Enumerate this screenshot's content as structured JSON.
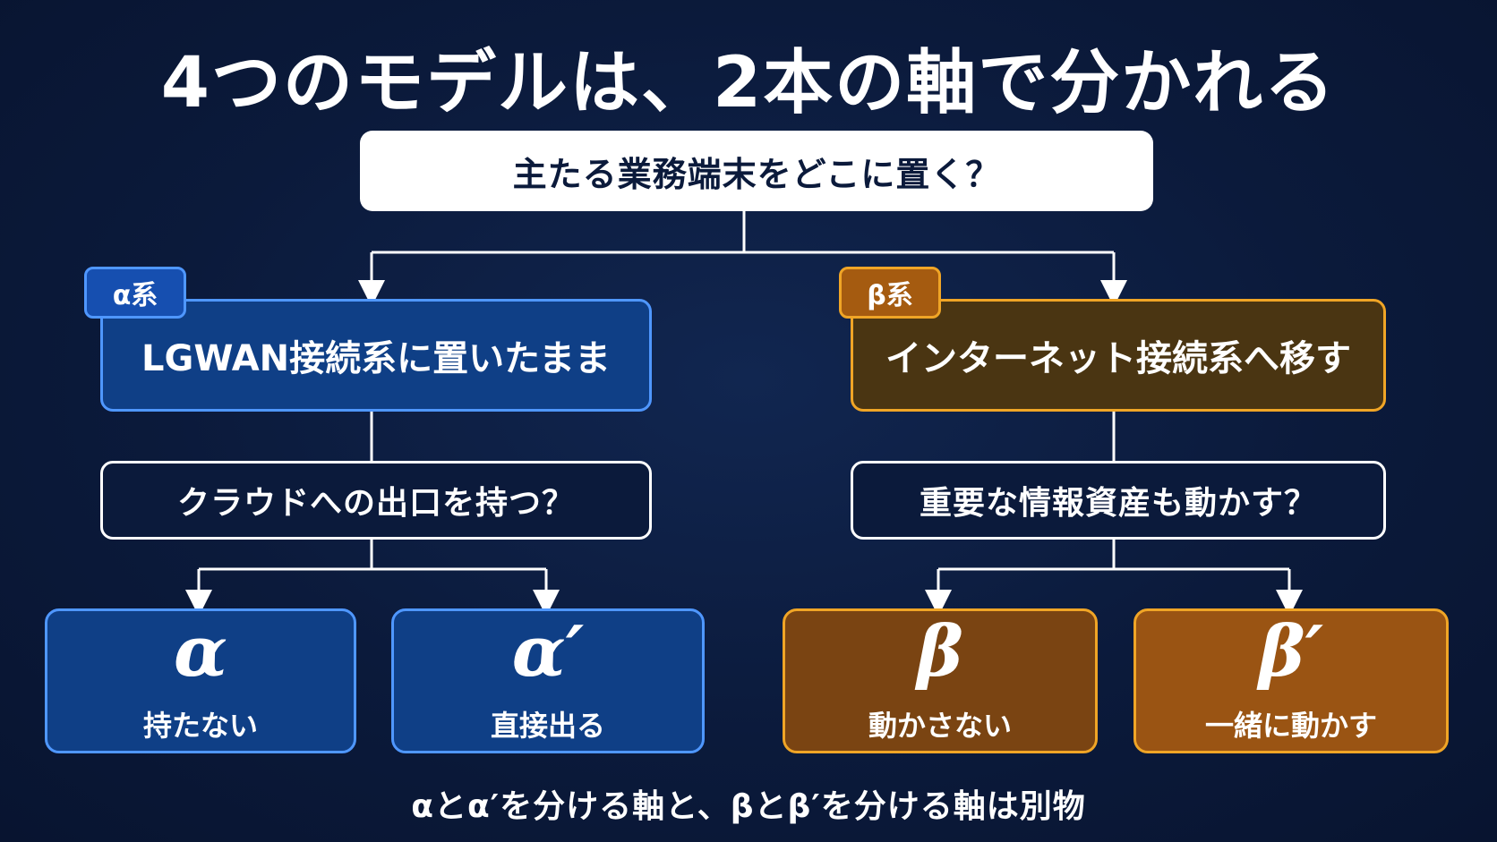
{
  "title": "4つのモデルは、2本の軸で分かれる",
  "root_question": "主たる業務端末をどこに置く？",
  "branches": {
    "alpha": {
      "tag": "α系",
      "label": "LGWAN接続系に置いたまま",
      "question": "クラウドへの出口を持つ？",
      "leaves": [
        {
          "symbol": "α",
          "label": "持たない"
        },
        {
          "symbol": "α′",
          "label": "直接出る"
        }
      ]
    },
    "beta": {
      "tag": "β系",
      "label": "インターネット接続系へ移す",
      "question": "重要な情報資産も動かす？",
      "leaves": [
        {
          "symbol": "β",
          "label": "動かさない"
        },
        {
          "symbol": "β′",
          "label": "一緒に動かす"
        }
      ]
    }
  },
  "footer": "αとα′を分ける軸と、βとβ′を分ける軸は別物",
  "colors": {
    "background": "#0b1a3b",
    "alpha_fill": "#0f3f86",
    "alpha_border": "#4f97ff",
    "beta_fill": "#7a4412",
    "beta_border": "#f0a526",
    "connector": "#ffffff"
  }
}
